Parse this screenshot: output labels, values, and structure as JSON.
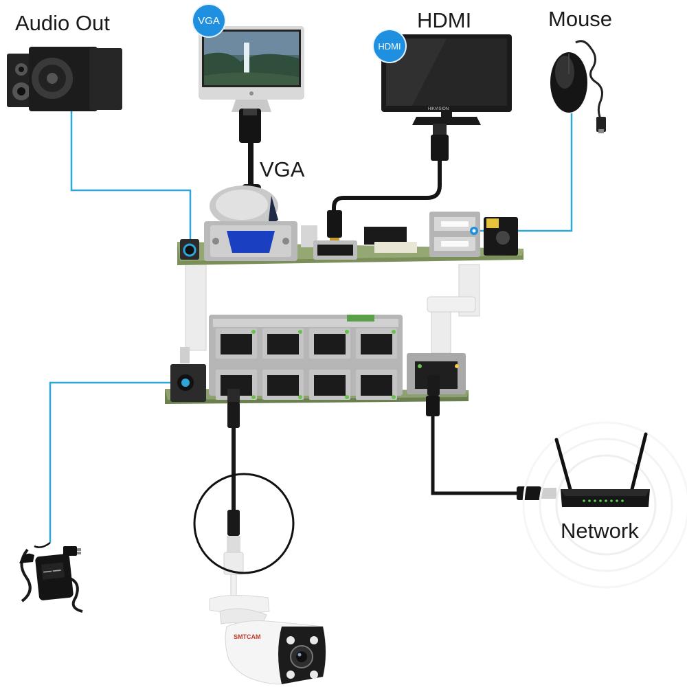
{
  "labels": {
    "audio_out": "Audio Out",
    "vga_top": "VGA",
    "vga_cable": "VGA",
    "hdmi_top": "HDMI",
    "hdmi_badge": "HDMI",
    "mouse": "Mouse",
    "network": "Network"
  },
  "device_text": {
    "camera_brand": "SMTCAM",
    "monitor_brand": "HIKVISION"
  },
  "colors": {
    "connection_line": "#2ea7d8",
    "badge": "#1f8fe0",
    "pcb_green": "#6f8a52",
    "cable_black": "#151515"
  },
  "icons": {
    "speakers": "speakers-icon",
    "vga_monitor": "vga-monitor-icon",
    "hdmi_monitor": "hdmi-monitor-icon",
    "mouse": "mouse-icon",
    "board": "nvr-board-icon",
    "router": "router-icon",
    "power_adapter": "power-adapter-icon",
    "camera": "bullet-camera-icon"
  }
}
